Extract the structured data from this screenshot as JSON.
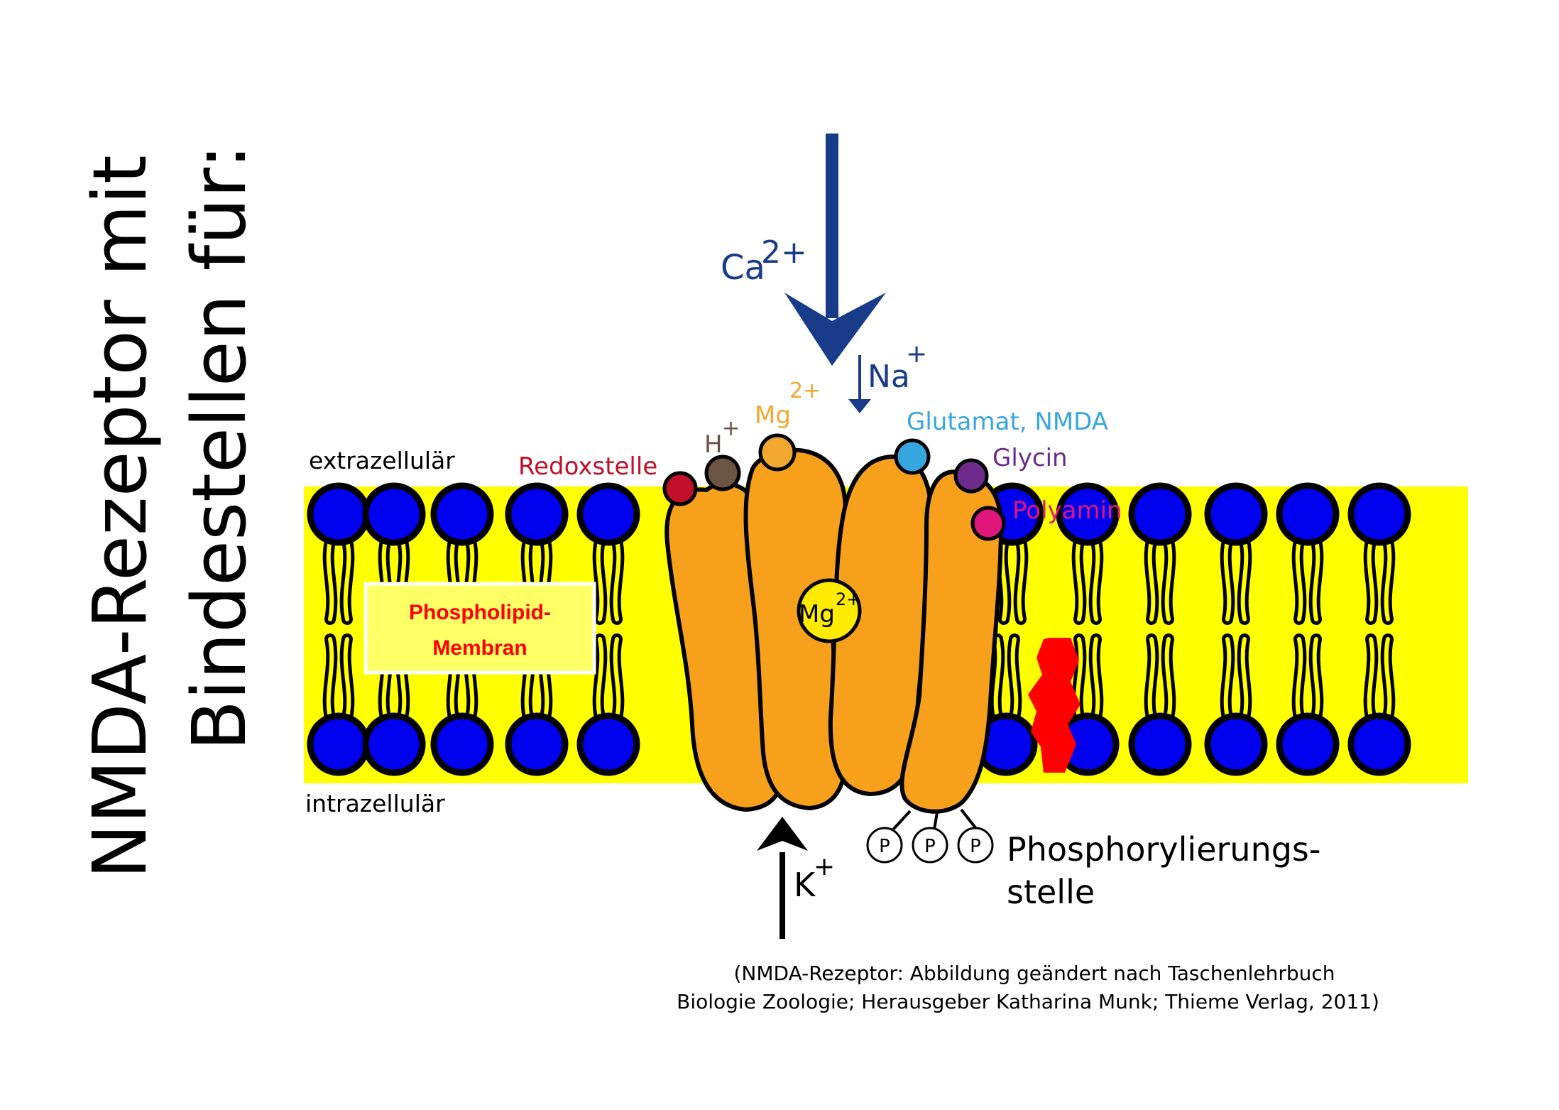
{
  "title": {
    "line1": "NMDA-Rezeptor mit",
    "line2": "Bindestellen für:"
  },
  "regions": {
    "extracellular": "extrazellulär",
    "intracellular": "intrazellulär"
  },
  "membrane_label": {
    "line1": "Phospholipid-",
    "line2": "Membran"
  },
  "ions": {
    "calcium": {
      "base": "Ca",
      "charge": "2+"
    },
    "sodium": {
      "base": "Na",
      "charge": "+"
    },
    "potassium": {
      "base": "K",
      "charge": "+"
    },
    "magnesium_top": {
      "base": "Mg",
      "charge": "2+"
    },
    "magnesium_pore": {
      "base": "Mg",
      "charge": "2+"
    },
    "proton": {
      "base": "H",
      "charge": "+"
    }
  },
  "binding_sites": {
    "redox": "Redoxstelle",
    "glutamate": "Glutamat, NMDA",
    "glycine": "Glycin",
    "polyamine": "Polyamin"
  },
  "phosphorylation": {
    "symbol": "P",
    "line1": "Phosphorylierungs-",
    "line2": "stelle"
  },
  "citation": {
    "line1": "(NMDA-Rezeptor:   Abbildung geändert nach Taschenlehrbuch",
    "line2": "Biologie Zoologie; Herausgeber Katharina Munk; Thieme Verlag, 2011)"
  },
  "colors": {
    "membrane": "#ffff00",
    "lipid_head": "#0000ee",
    "receptor": "#f7a01c",
    "ion_blue": "#183b8a",
    "redox": "#c0102a",
    "proton": "#6b5444",
    "magnesium": "#f0a830",
    "glutamate": "#37a6dc",
    "glycine": "#6e2a8a",
    "polyamine": "#e0177a",
    "cholesterol": "#ff0000"
  }
}
